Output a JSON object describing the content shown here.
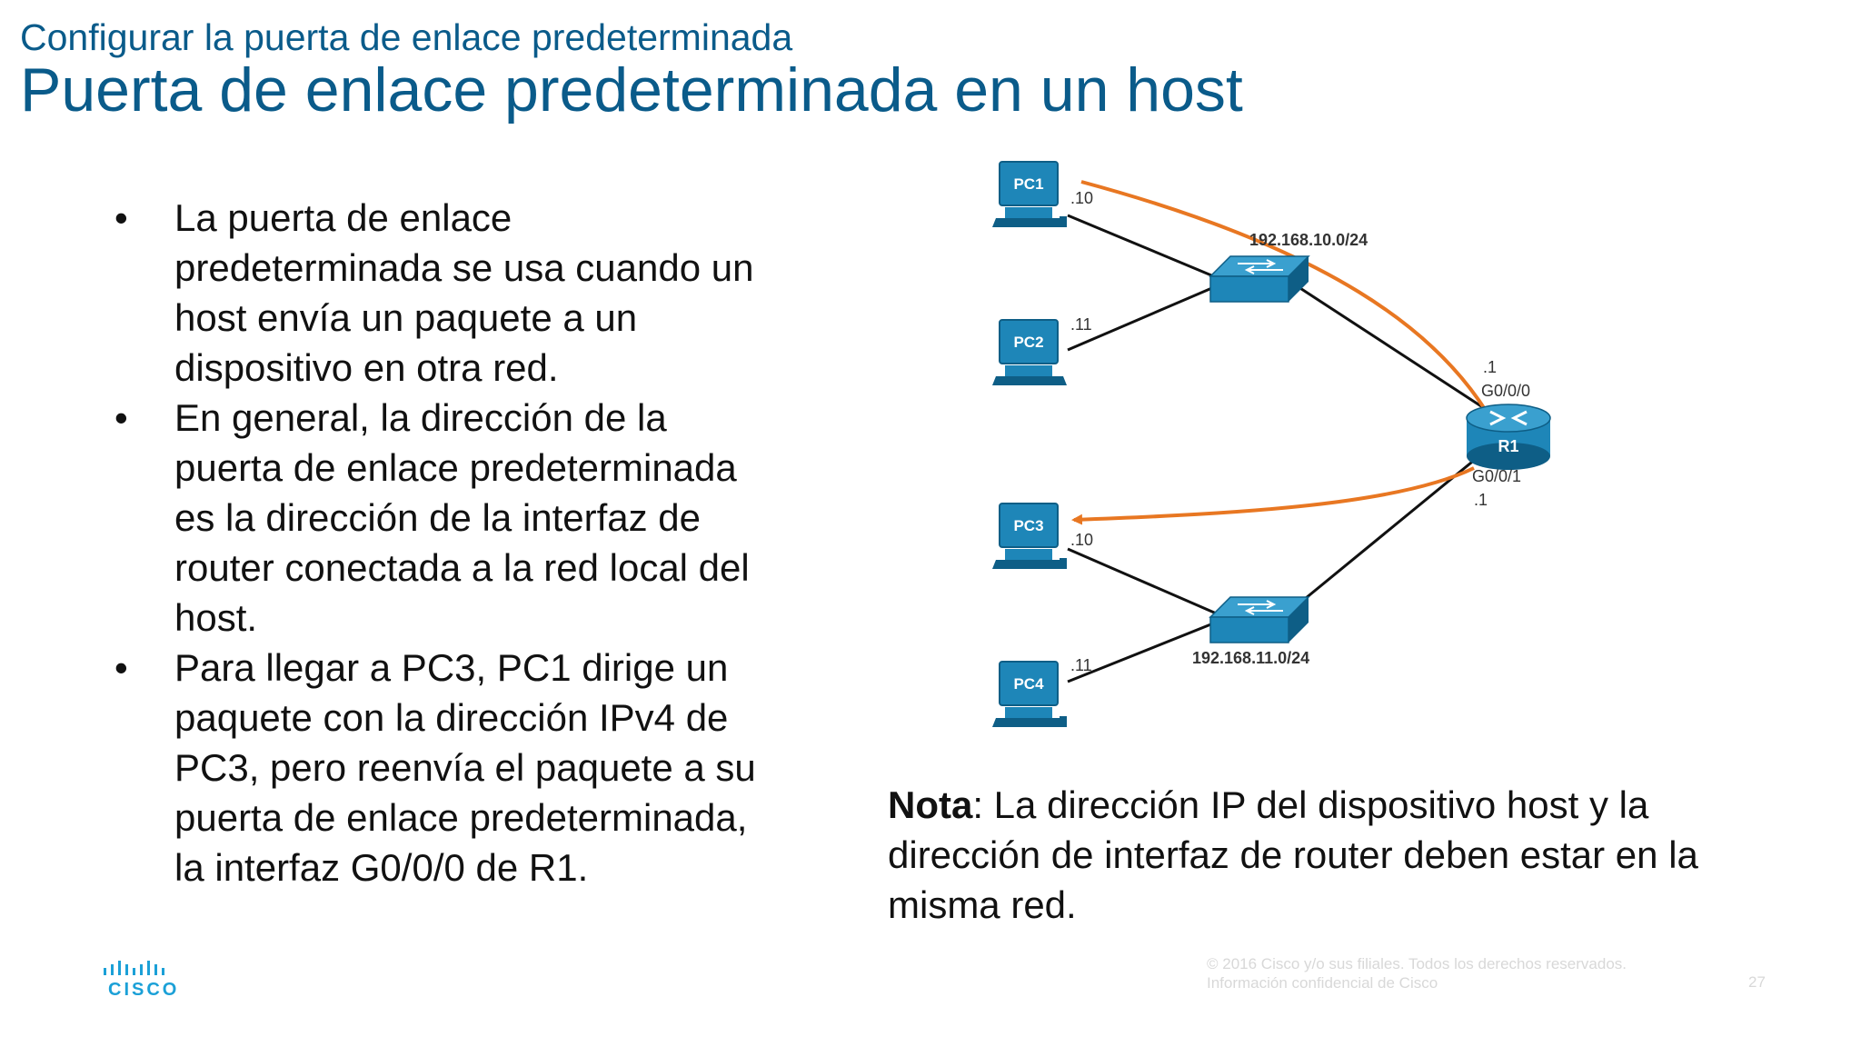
{
  "header": {
    "subtitle": "Configurar la puerta de enlace predeterminada",
    "title": "Puerta de enlace predeterminada en un host"
  },
  "bullets": [
    "La puerta de enlace predeterminada se usa cuando un host envía un paquete a un dispositivo en otra red.",
    "En general, la dirección de la puerta de enlace predeterminada es la dirección de la interfaz de router conectada a la red local del host.",
    "Para llegar a PC3, PC1 dirige un paquete con la dirección IPv4 de PC3, pero reenvía el paquete a su puerta de enlace predeterminada, la interfaz G0/0/0 de R1."
  ],
  "bullet_symbol": "•",
  "note": {
    "label": "Nota",
    "text": ": La dirección IP del dispositivo host y la dirección de interfaz de router deben estar en la misma red."
  },
  "diagram": {
    "pcs": [
      {
        "name": "PC1",
        "host": ".10"
      },
      {
        "name": "PC2",
        "host": ".11"
      },
      {
        "name": "PC3",
        "host": ".10"
      },
      {
        "name": "PC4",
        "host": ".11"
      }
    ],
    "networks": [
      "192.168.10.0/24",
      "192.168.11.0/24"
    ],
    "router": {
      "name": "R1",
      "if_top": "G0/0/0",
      "if_top_ip": ".1",
      "if_bottom": "G0/0/1",
      "if_bottom_ip": ".1"
    },
    "colors": {
      "device": "#1e86b8",
      "device_dark": "#0e5e86",
      "path": "#e87722",
      "link": "#111111"
    }
  },
  "footer": {
    "copyright": "© 2016 Cisco y/o sus filiales. Todos los derechos reservados.",
    "confidential": "Información confidencial de Cisco",
    "page": "27"
  },
  "logo": {
    "word": "CISCO",
    "color": "#1ba0d7"
  }
}
